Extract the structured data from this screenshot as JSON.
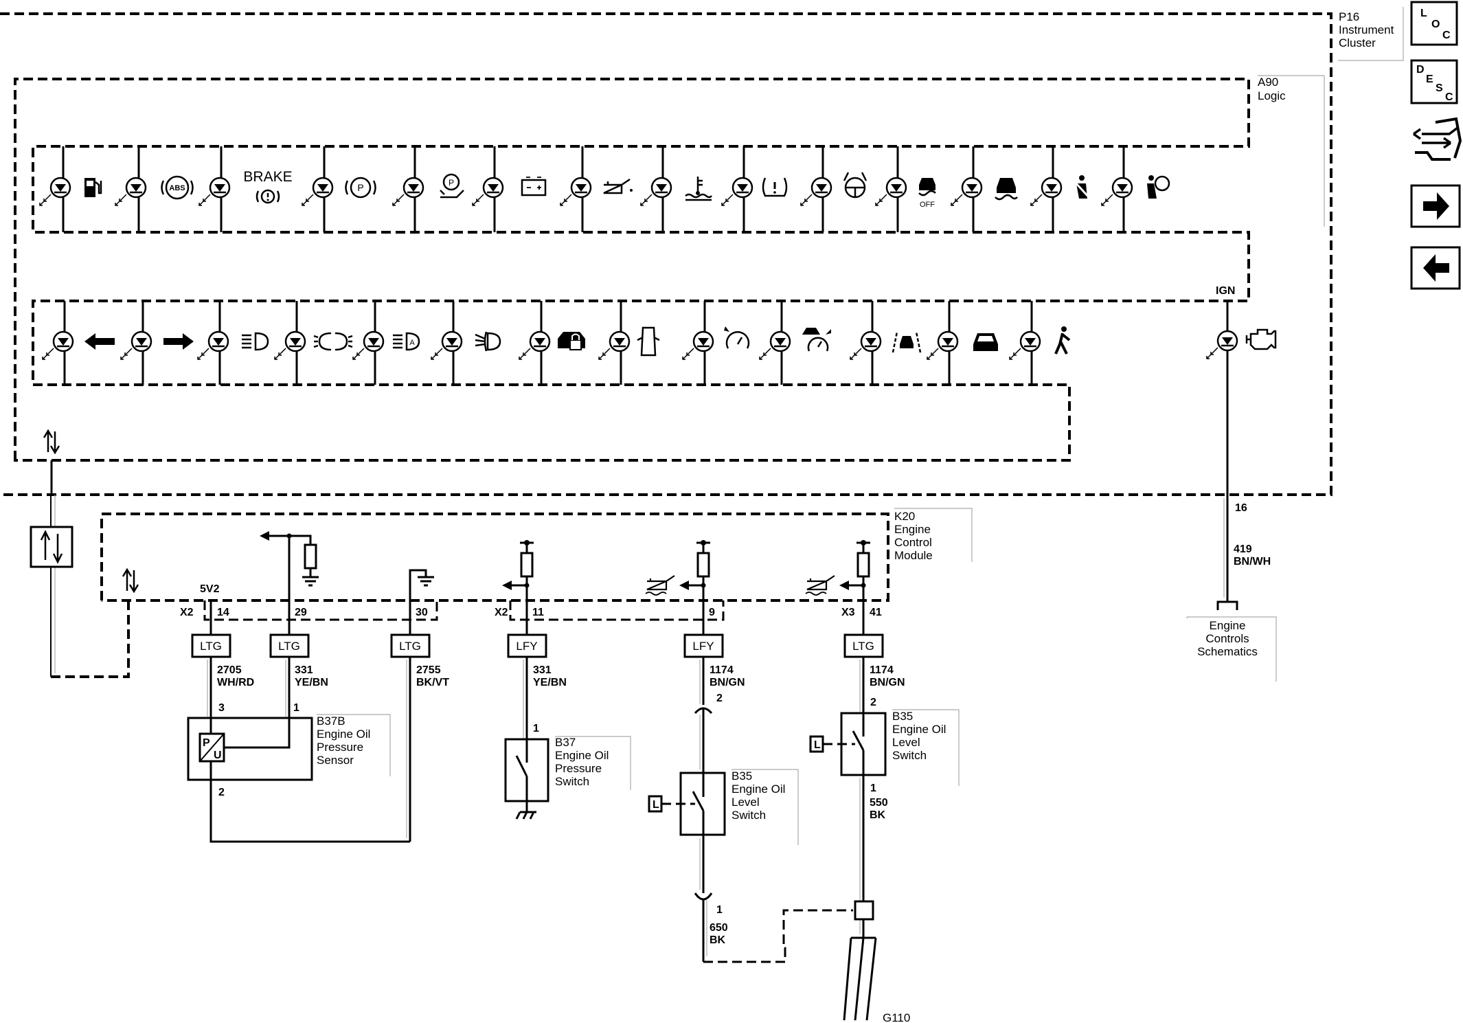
{
  "modules": {
    "instrument_cluster": {
      "code": "P16",
      "name_line1": "Instrument",
      "name_line2": "Cluster"
    },
    "logic": {
      "code": "A90",
      "name": "Logic"
    },
    "ecm": {
      "code": "K20",
      "name_line1": "Engine",
      "name_line2": "Control",
      "name_line3": "Module"
    }
  },
  "nav": {
    "loc": {
      "a": "L",
      "b": "O",
      "c": "C"
    },
    "desc": {
      "a": "D",
      "b": "E",
      "c": "S",
      "d": "C"
    },
    "buttons": [
      "connector-icon",
      "arrow-right-icon",
      "arrow-left-icon"
    ]
  },
  "indicators": {
    "brake_word": "BRAKE",
    "abs_text": "ABS",
    "off_text": "OFF",
    "ign_label": "IGN",
    "row1": [
      "fuel-pump-icon",
      "abs-icon",
      "brake-icon",
      "park-brake-icon",
      "electric-park-brake-service-icon",
      "battery-icon",
      "oil-pressure-icon",
      "coolant-temp-icon",
      "tire-pressure-icon",
      "steering-wheel-icon",
      "traction-off-icon",
      "traction-control-icon",
      "seatbelt-icon",
      "airbag-icon"
    ],
    "row2": [
      "turn-left-icon",
      "turn-right-icon",
      "high-beam-icon",
      "low-beam-icon",
      "auto-high-beam-icon",
      "fog-lamp-icon",
      "security-icon",
      "door-ajar-icon",
      "cruise-icon",
      "adaptive-cruise-icon",
      "lane-departure-icon",
      "vehicle-ahead-icon",
      "pedestrian-icon"
    ],
    "engine": "check-engine-icon"
  },
  "connectors": {
    "x2a": {
      "name": "X2",
      "pins": [
        "14",
        "29",
        "30"
      ],
      "ref": "5V2"
    },
    "x2b": {
      "name": "X2",
      "pins": [
        "11",
        "9"
      ]
    },
    "x3": {
      "name": "X3",
      "pins": [
        "41"
      ]
    }
  },
  "tags": {
    "ltg": "LTG",
    "lfy": "LFY"
  },
  "wires": [
    {
      "circuit": "2705",
      "color": "WH/RD"
    },
    {
      "circuit": "331",
      "color": "YE/BN"
    },
    {
      "circuit": "2755",
      "color": "BK/VT"
    },
    {
      "circuit": "331",
      "color": "YE/BN"
    },
    {
      "circuit": "1174",
      "color": "BN/GN"
    },
    {
      "circuit": "1174",
      "color": "BN/GN"
    },
    {
      "circuit": "550",
      "color": "BK"
    },
    {
      "circuit": "650",
      "color": "BK"
    },
    {
      "circuit": "419",
      "color": "BN/WH"
    }
  ],
  "components": {
    "b37b": {
      "code": "B37B",
      "l1": "Engine Oil",
      "l2": "Pressure",
      "l3": "Sensor",
      "pin_top_a": "3",
      "pin_top_b": "1",
      "pin_bottom": "2",
      "p": "P",
      "u": "U"
    },
    "b37": {
      "code": "B37",
      "l1": "Engine Oil",
      "l2": "Pressure",
      "l3": "Switch",
      "pin": "1"
    },
    "b35a": {
      "code": "B35",
      "l1": "Engine Oil",
      "l2": "Level",
      "l3": "Switch",
      "pin_top": "2",
      "pin_bottom": "1",
      "level": "L"
    },
    "b35b": {
      "code": "B35",
      "l1": "Engine Oil",
      "l2": "Level",
      "l3": "Switch",
      "pin_top": "2",
      "pin_bottom": "1",
      "level": "L"
    }
  },
  "cluster_pin": "16",
  "ground": "G110",
  "reference": {
    "l1": "Engine",
    "l2": "Controls",
    "l3": "Schematics"
  }
}
